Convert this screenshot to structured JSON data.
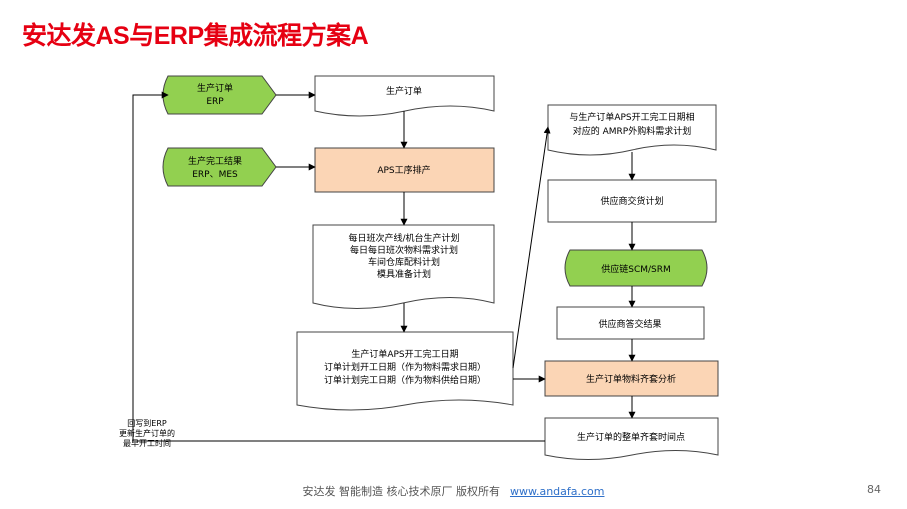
{
  "title": "安达发AS与ERP集成流程方案A",
  "nodes": {
    "erp_order": [
      "生产订单",
      "ERP"
    ],
    "completion_result": [
      "生产完工结果",
      "ERP、MES"
    ],
    "order_doc": [
      "生产订单"
    ],
    "aps_schedule": [
      "APS工序排产"
    ],
    "daily_plan": [
      "每日班次产线/机台生产计划",
      "每日每日班次物料需求计划",
      "车间仓库配料计划",
      "模具准备计划"
    ],
    "order_dates": [
      "生产订单APS开工完工日期",
      "订单计划开工日期（作为物料需求日期）",
      "订单计划完工日期（作为物料供给日期）"
    ],
    "amrp_plan": [
      "与生产订单APS开工完工日期相",
      "对应的 AMRP外购料需求计划"
    ],
    "supplier_delivery_plan": [
      "供应商交货计划"
    ],
    "supply_chain": [
      "供应链SCM/SRM"
    ],
    "supplier_reply": [
      "供应商答交结果"
    ],
    "kitting_analysis": [
      "生产订单物料齐套分析"
    ],
    "kitting_time": [
      "生产订单的整单齐套时间点"
    ]
  },
  "writeback_label": [
    "回写到ERP",
    "更新生产订单的",
    "最早开工时间"
  ],
  "colors": {
    "green": "#92d050",
    "orange": "#fbd5b5",
    "title": "#e60012"
  },
  "footer": {
    "text": "安达发  智能制造 核心技术原厂   版权所有",
    "link": "www.andafa.com",
    "page": "84"
  }
}
